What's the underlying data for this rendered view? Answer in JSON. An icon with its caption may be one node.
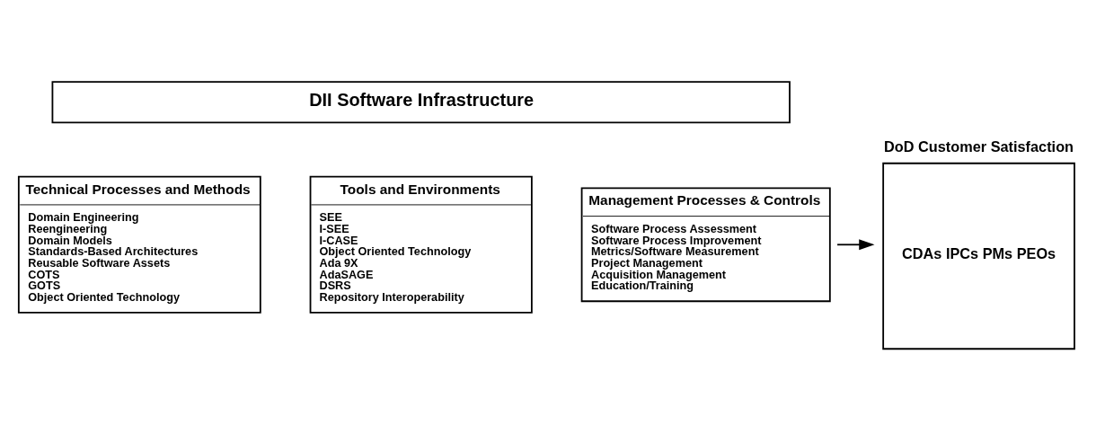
{
  "diagram": {
    "nodes": [
      {
        "text": [
          "DII Software Infrastructure"
        ]
      },
      {
        "text": [
          "Technical Processes and Methods",
          "Domain Engineering",
          "Reengineering",
          "Domain Models",
          "Standards-Based Architectures",
          "Reusable Software Assets",
          "COTS",
          "GOTS",
          "Object Oriented Technology"
        ]
      },
      {
        "text": [
          "Tools and Environments",
          "SEE",
          "I-SEE",
          "I-CASE",
          "Object Oriented Technology",
          "Ada 9X",
          "AdaSAGE",
          "DSRS",
          "Repository Interoperability"
        ]
      },
      {
        "text": [
          "Management Processes & Controls",
          "Software Process Assessment",
          "Software Process Improvement",
          "Metrics/Software Measurement",
          "Project Management",
          "Acquisition Management",
          "Education/Training"
        ]
      },
      {
        "text": [
          "DoD Customer Satisfaction",
          "CDAs IPCs PMs PEOs"
        ]
      }
    ],
    "edges": [
      {
        "from": 3,
        "to": 4,
        "arrow": "to"
      }
    ]
  }
}
